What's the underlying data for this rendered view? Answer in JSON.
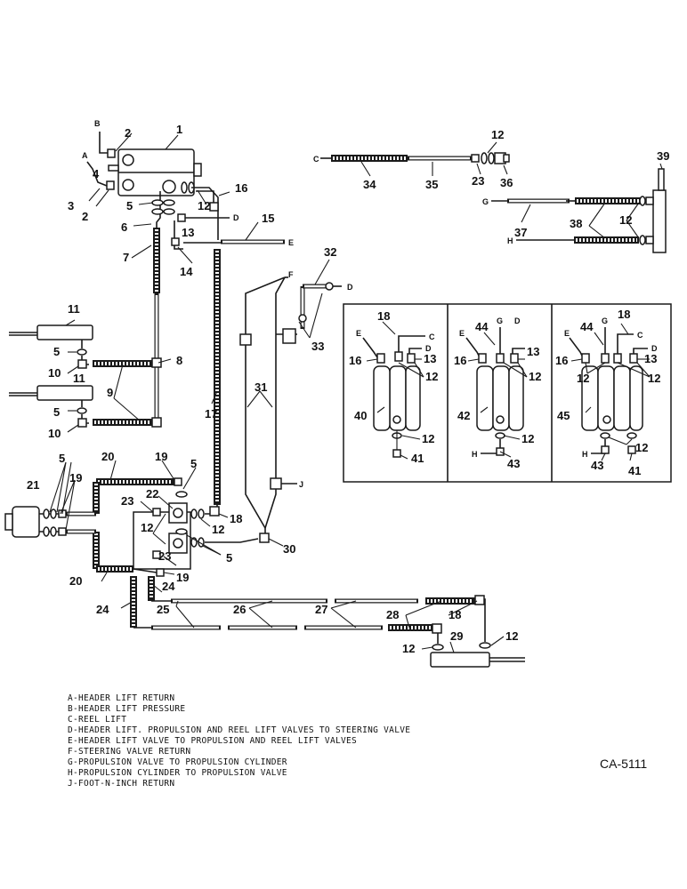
{
  "callouts": {
    "n1": "1",
    "n2a": "2",
    "n2b": "2",
    "n3": "3",
    "n4": "4",
    "n5a": "5",
    "n6": "6",
    "n7": "7",
    "n8": "8",
    "n9": "9",
    "n10a": "10",
    "n10b": "10",
    "n11a": "11",
    "n11b": "11",
    "n12a": "12",
    "n13a": "13",
    "n14": "14",
    "n15": "15",
    "n16a": "16",
    "n17": "17",
    "n5b": "5",
    "n5c": "5",
    "n12b": "12",
    "n23a": "23",
    "n36": "36",
    "n34": "34",
    "n35": "35",
    "n39": "39",
    "n12c": "12",
    "n37": "37",
    "n38": "38",
    "n32": "32",
    "n33": "33",
    "n31": "31",
    "n30": "30",
    "n20a": "20",
    "n20b": "20",
    "n21": "21",
    "n5d": "5",
    "n19a": "19",
    "n19b": "19",
    "n19c": "19",
    "n5e": "5",
    "n22": "22",
    "n23b": "23",
    "n23c": "23",
    "n12d": "12",
    "n12e": "12",
    "n18a": "18",
    "n5f": "5",
    "n24a": "24",
    "n24b": "24",
    "n25": "25",
    "n26": "26",
    "n27": "27",
    "n28": "28",
    "n18b": "18",
    "n29": "29",
    "n12f": "12",
    "n12g": "12",
    "p1_18": "18",
    "p1_16": "16",
    "p1_13": "13",
    "p1_12a": "12",
    "p1_40": "40",
    "p1_12b": "12",
    "p1_41": "41",
    "p2_44": "44",
    "p2_16": "16",
    "p2_13": "13",
    "p2_12a": "12",
    "p2_42": "42",
    "p2_12b": "12",
    "p2_43": "43",
    "p3_18": "18",
    "p3_44": "44",
    "p3_16": "16",
    "p3_12a": "12",
    "p3_13": "13",
    "p3_12b": "12",
    "p3_45": "45",
    "p3_12c": "12",
    "p3_43": "43",
    "p3_41": "41"
  },
  "port_letters": {
    "a": "A",
    "b": "B",
    "c_top": "C",
    "d_top": "D",
    "e_top": "E",
    "f": "F",
    "d_mid": "D",
    "j": "J",
    "g": "G",
    "h": "H",
    "p1_e": "E",
    "p1_c": "C",
    "p1_d": "D",
    "p2_e": "E",
    "p2_g": "G",
    "p2_d": "D",
    "p2_h": "H",
    "p3_e": "E",
    "p3_g": "G",
    "p3_c": "C",
    "p3_d": "D",
    "p3_h": "H"
  },
  "legend": [
    "A-HEADER LIFT RETURN",
    "B-HEADER LIFT PRESSURE",
    "C-REEL LIFT",
    "D-HEADER LIFT. PROPULSION AND REEL LIFT VALVES TO STEERING VALVE",
    "E-HEADER LIFT VALVE TO PROPULSION AND REEL LIFT VALVES",
    "F-STEERING VALVE RETURN",
    "G-PROPULSION VALVE TO PROPULSION CYLINDER",
    "H-PROPULSION CYLINDER TO PROPULSION VALVE",
    "J-FOOT-N-INCH RETURN"
  ],
  "drawing_code": "CA-5111"
}
